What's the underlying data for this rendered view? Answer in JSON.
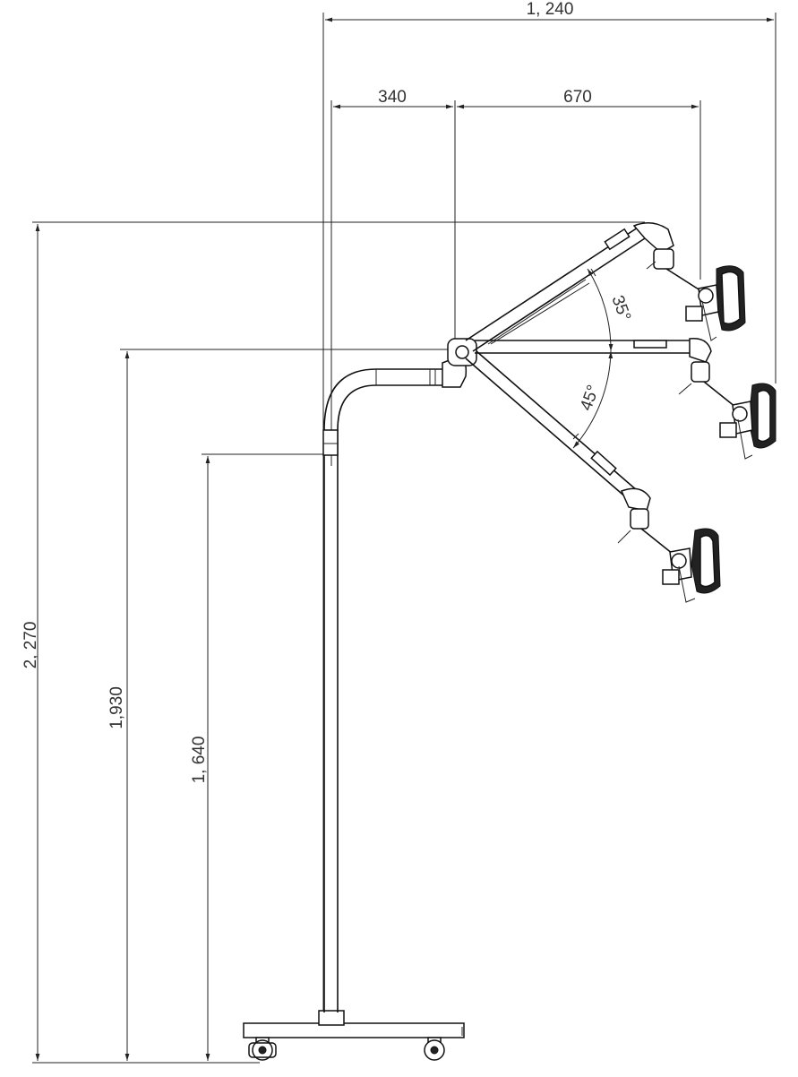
{
  "dimensions": {
    "total_width": "1, 240",
    "offset_width": "340",
    "arm_width": "670",
    "max_height": "2, 270",
    "mid_height": "1,930",
    "min_height": "1, 640"
  },
  "angles": {
    "upper": "35°",
    "lower": "45°"
  }
}
